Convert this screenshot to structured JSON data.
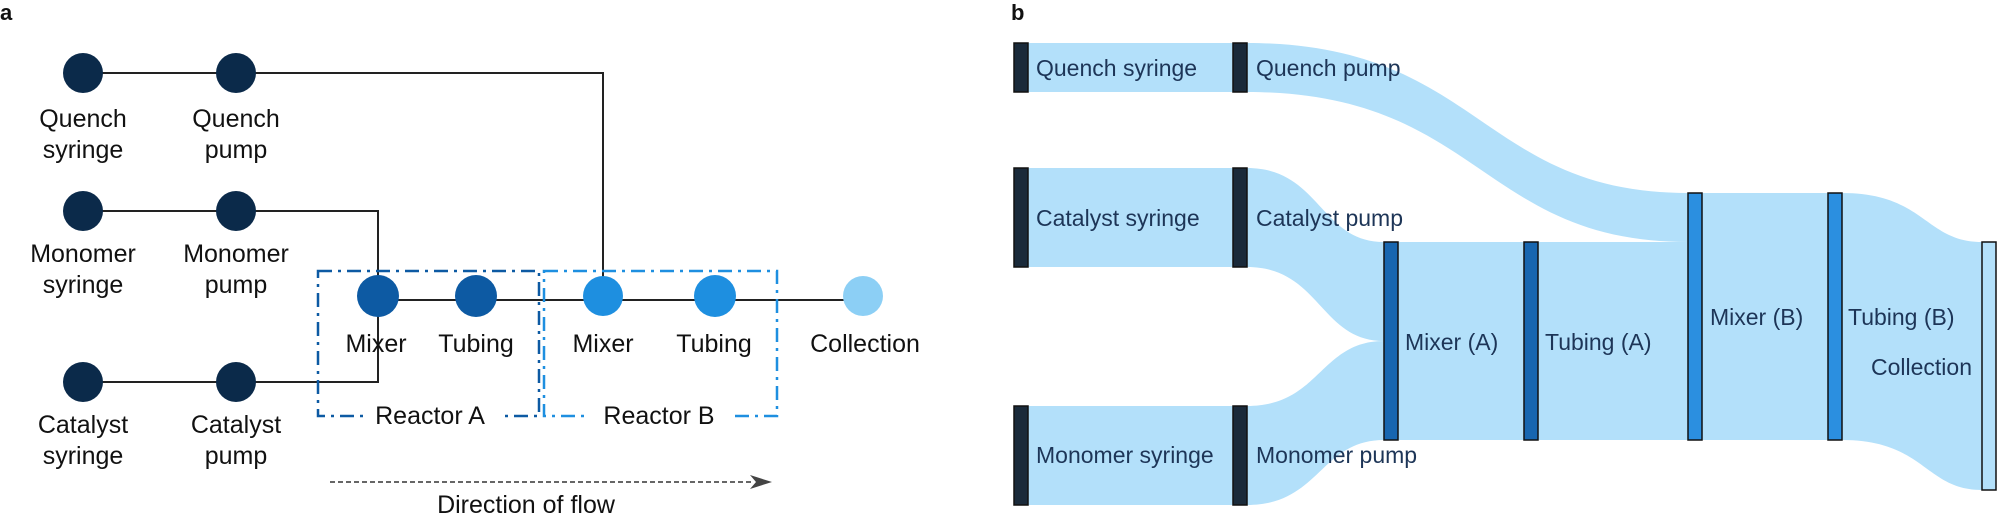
{
  "panel_a": {
    "letter": "a",
    "nodes": {
      "quench_syringe": [
        "Quench",
        "syringe"
      ],
      "quench_pump": [
        "Quench",
        "pump"
      ],
      "monomer_syringe": [
        "Monomer",
        "syringe"
      ],
      "monomer_pump": [
        "Monomer",
        "pump"
      ],
      "catalyst_syringe": [
        "Catalyst",
        "syringe"
      ],
      "catalyst_pump": [
        "Catalyst",
        "pump"
      ],
      "mixer_a": "Mixer",
      "tubing_a": "Tubing",
      "mixer_b": "Mixer",
      "tubing_b": "Tubing",
      "collection": "Collection"
    },
    "reactor_a": "Reactor A",
    "reactor_b": "Reactor B",
    "flow_label": "Direction of flow",
    "colors": {
      "supply": "#0b2a4a",
      "reactor_a": "#0d5aa3",
      "reactor_b": "#1e8fe0",
      "collection": "#8ccff5",
      "line": "#222222"
    }
  },
  "panel_b": {
    "letter": "b",
    "nodes": {
      "quench_syringe": "Quench syringe",
      "quench_pump": "Quench pump",
      "catalyst_syringe": "Catalyst syringe",
      "catalyst_pump": "Catalyst pump",
      "monomer_syringe": "Monomer syringe",
      "monomer_pump": "Monomer pump",
      "mixer_a": "Mixer (A)",
      "tubing_a": "Tubing (A)",
      "mixer_b": "Mixer (B)",
      "tubing_b": "Tubing (B)",
      "collection": "Collection"
    },
    "colors": {
      "flow": "#b3e0fa",
      "supply_node": "#1a2a3a",
      "reactor_a_node": "#1766b0",
      "reactor_b_node": "#2b8fe0",
      "collection_node": "#b3e0fa"
    }
  }
}
